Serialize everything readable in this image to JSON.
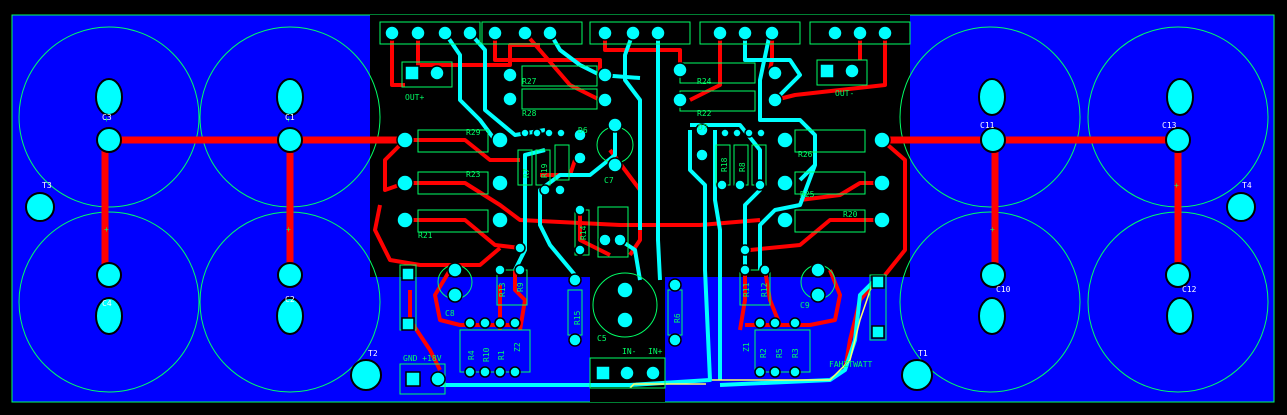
{
  "colors": {
    "background": "#000000",
    "copper_pour": "#0000ff",
    "dark_region": "#000000",
    "top_trace": "#ff0000",
    "bottom_trace": "#00ffff",
    "pad": "#00ffff",
    "silkscreen": "#00ff66",
    "board_outline": "#00ff66"
  },
  "labels": {
    "c3": "C3",
    "c4": "C4",
    "c1": "C1",
    "c2": "C2",
    "c11": "C11",
    "c13": "C13",
    "c10": "C10",
    "c12": "C12",
    "t3": "T3",
    "t4": "T4",
    "t2": "T2",
    "t1": "T1",
    "out_plus": "OUT+",
    "out_minus": "OUT-",
    "r27": "R27",
    "r28": "R28",
    "r24": "R24",
    "r22": "R22",
    "r29": "R29",
    "r23": "R23",
    "r21": "R21",
    "r26": "R26",
    "r25": "R25",
    "r20": "R20",
    "d6": "D6",
    "d7": "D7",
    "r7": "R7",
    "r19": "R19",
    "r18": "R18",
    "r8": "R8",
    "c7": "C7",
    "r14": "R14",
    "r13": "R13",
    "r9": "R9",
    "r11": "R11",
    "r12": "R12",
    "c8": "C8",
    "c5": "C5",
    "c9": "C9",
    "r15": "R15",
    "r6": "R6",
    "r4": "R4",
    "r10": "R10",
    "r1": "R1",
    "z2": "Z2",
    "z1": "Z1",
    "r2": "R2",
    "r3": "R3",
    "r5": "R5",
    "gnd_18v": "GND +18V",
    "in_minus": "IN-",
    "in_plus": "IN+",
    "brand": "FAHZTWATT"
  }
}
